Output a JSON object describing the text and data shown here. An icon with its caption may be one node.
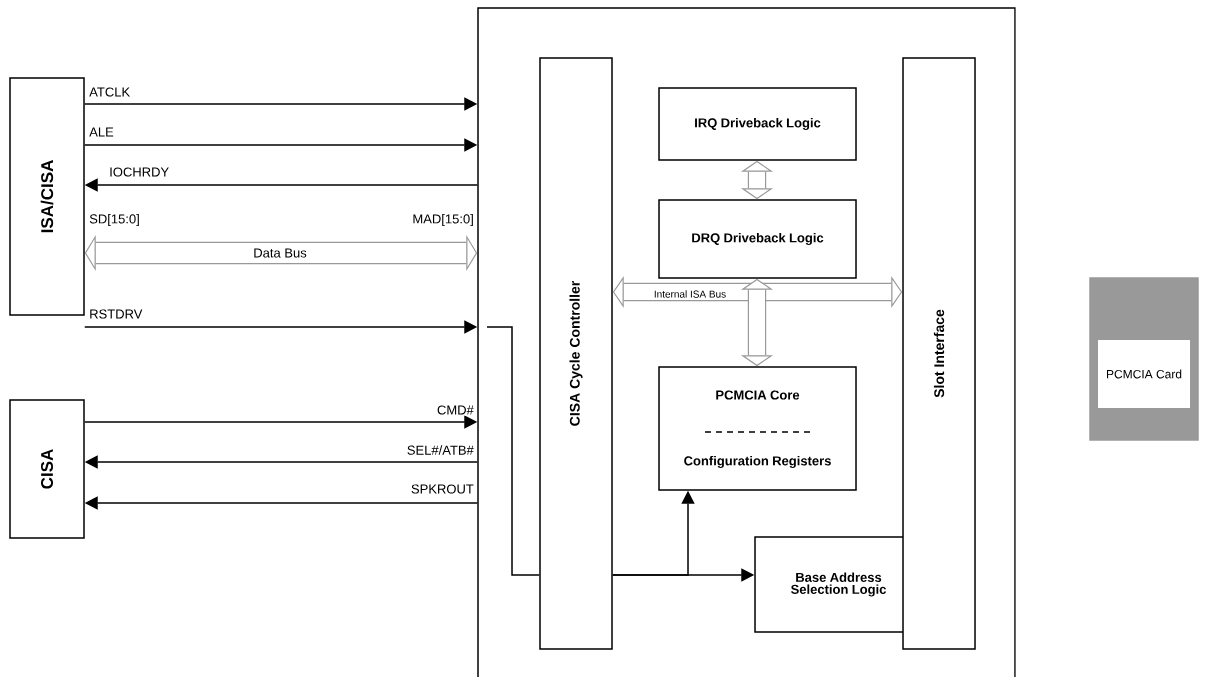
{
  "diagram": {
    "nodes": [
      {
        "text": [],
        "shape": "box"
      },
      {
        "text": [
          "ISA/CISA"
        ]
      },
      {
        "text": [
          "CISA"
        ]
      },
      {
        "text": [
          "CISA Cycle Controller"
        ],
        "in": 0
      },
      {
        "text": [
          "IRQ Driveback Logic"
        ],
        "in": 0
      },
      {
        "text": [
          "DRQ Driveback Logic"
        ],
        "in": 0
      },
      {
        "text": [
          "PCMCIA Core",
          "Configuration Registers"
        ],
        "in": 0
      },
      {
        "text": [
          "Base Address Selection Logic"
        ],
        "in": 0
      },
      {
        "text": [
          "Slot Interface"
        ],
        "in": 0
      },
      {
        "text": [
          "PCMCIA Card"
        ]
      }
    ],
    "edges": [
      {
        "from": 1,
        "to": 0,
        "arrow": "to",
        "label": "ATCLK"
      },
      {
        "from": 1,
        "to": 0,
        "arrow": "to",
        "label": "ALE"
      },
      {
        "from": 0,
        "to": 1,
        "arrow": "to",
        "label": "IOCHRDY"
      },
      {
        "from": 1,
        "to": 0,
        "arrow": "both",
        "label": "Data Bus",
        "style": "thick",
        "color": "#999999"
      },
      {
        "from": 1,
        "to": 0,
        "arrow": "to",
        "label": "RSTDRV"
      },
      {
        "from": 2,
        "to": 0,
        "arrow": "to",
        "label": "CMD#"
      },
      {
        "from": 0,
        "to": 2,
        "arrow": "to",
        "label": "SEL#/ATB#"
      },
      {
        "from": 0,
        "to": 2,
        "arrow": "to",
        "label": "SPKROUT"
      },
      {
        "from": 3,
        "to": 7,
        "arrow": "to"
      },
      {
        "from": 3,
        "to": 6,
        "arrow": "to"
      },
      {
        "from": 3,
        "to": 8,
        "arrow": "both",
        "label": "Internal ISA Bus",
        "style": "thick",
        "color": "#999999"
      },
      {
        "from": 5,
        "to": 6,
        "arrow": "both",
        "style": "thick",
        "color": "#999999"
      },
      {
        "from": 5,
        "to": 4,
        "arrow": "both",
        "style": "thick",
        "color": "#999999"
      },
      {
        "from": null,
        "to": 3,
        "arrow": "none"
      }
    ],
    "labels": [
      "SD[15:0]",
      "MAD[15:0]"
    ]
  }
}
